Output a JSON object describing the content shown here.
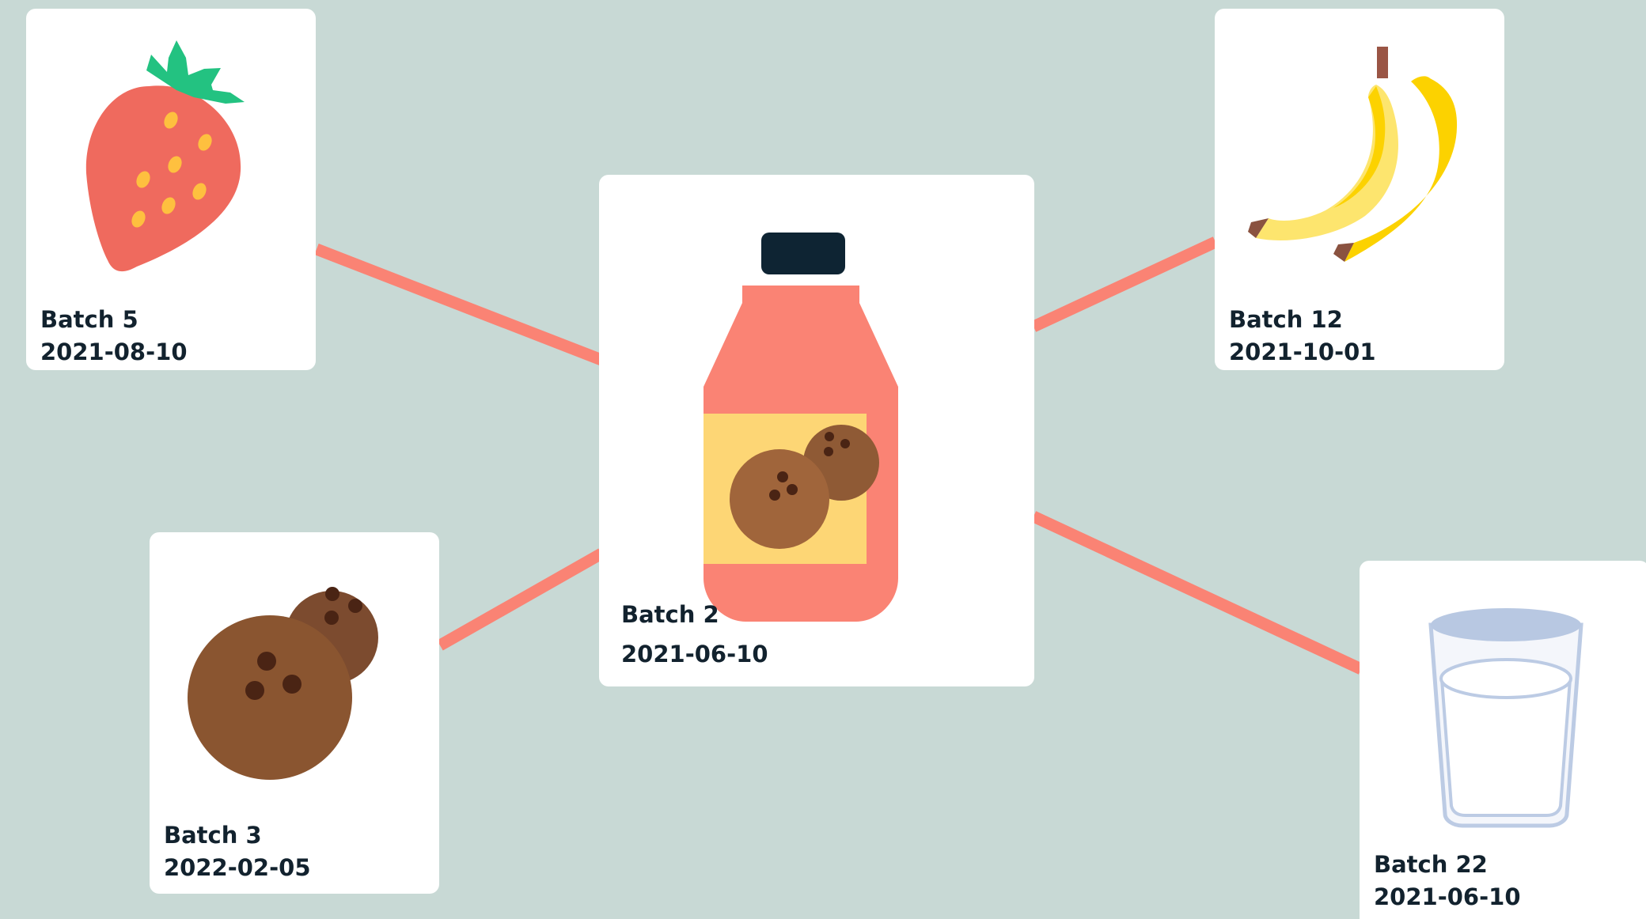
{
  "colors": {
    "background": "#c8d9d5",
    "link": "#fa8374",
    "card": "#ffffff",
    "text": "#12222e"
  },
  "center": {
    "id": "bottle",
    "icon": "juice-bottle-icon",
    "name": "Batch 2",
    "date": "2021-06-10"
  },
  "batches": [
    {
      "id": "strawberry",
      "icon": "strawberry-icon",
      "name": "Batch 5",
      "date": "2021-08-10"
    },
    {
      "id": "banana",
      "icon": "banana-icon",
      "name": "Batch 12",
      "date": "2021-10-01"
    },
    {
      "id": "coconut",
      "icon": "coconut-icon",
      "name": "Batch 3",
      "date": "2022-02-05"
    },
    {
      "id": "milk",
      "icon": "milk-glass-icon",
      "name": "Batch 22",
      "date": "2021-06-10"
    }
  ]
}
